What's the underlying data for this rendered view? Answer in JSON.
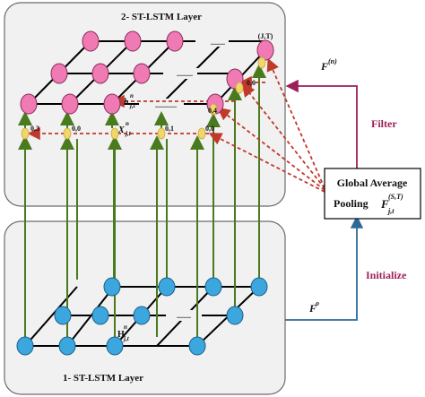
{
  "top_layer": {
    "title": "2- ST-LSTM Layer",
    "corner_label": "(J,T)"
  },
  "bottom_layer": {
    "title": "1- ST-LSTM Layer"
  },
  "cell_labels": {
    "h_top": "h",
    "h_sup": "n",
    "h_sub": "j,t",
    "x_top": "X",
    "x_sup": "n",
    "x_sub": "j,t",
    "H_bottom": "H",
    "H_sup": "n",
    "H_sub": "j,t"
  },
  "position_labels": [
    "0,3",
    "0,0",
    "0,1",
    "0,0",
    "0,4",
    "0,0"
  ],
  "gap_labels": [
    "........",
    ".........",
    "............",
    "........"
  ],
  "side_panel": {
    "F_n": "F",
    "F_n_sup": "(n)",
    "filter": "Filter",
    "gap_line1": "Global Average",
    "gap_line2": "Pooling",
    "gap_F": "F",
    "gap_F_sup": "(S,T)",
    "gap_F_sub": "j,t",
    "initialize": "Initialize",
    "F_o": "F",
    "F_o_sup": "o"
  },
  "colors": {
    "pink_node": "#f07ab4",
    "blue_node": "#3ba7de",
    "panel_fill": "#f1f1f1",
    "green_arrow": "#4a7a1e",
    "red_dashed": "#c0392b",
    "filter_line": "#9b1f5a",
    "init_line": "#2e6a96",
    "yellow_dot": "#f0d76b"
  }
}
